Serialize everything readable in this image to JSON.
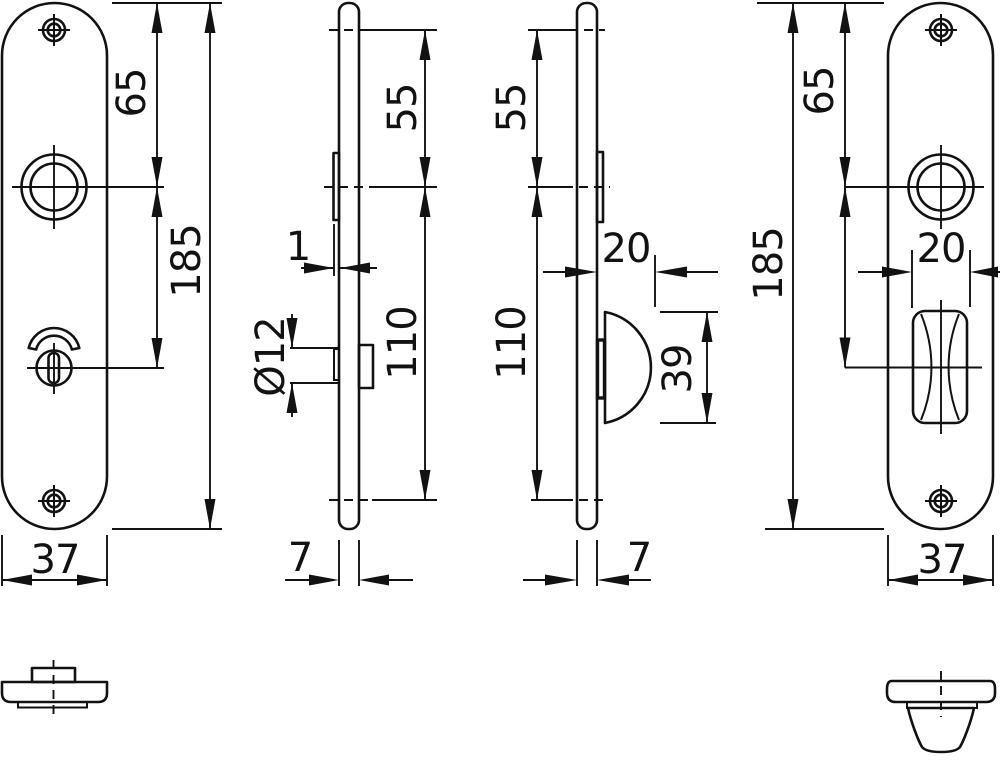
{
  "colors": {
    "line": "#121212",
    "background": "#ffffff"
  },
  "views": {
    "front_plate_left": {
      "dims": {
        "hole_offset": "65",
        "length": "185",
        "width": "37"
      }
    },
    "profile_left": {
      "dims": {
        "screw_offset": "55",
        "collar_lip": "1",
        "spindle_dia": "Ø12",
        "screw_lower_offset": "110",
        "thickness": "7"
      }
    },
    "profile_right": {
      "dims": {
        "screw_offset": "55",
        "knob_depth": "20",
        "screw_lower_offset": "110",
        "knob_height": "39",
        "thickness": "7"
      }
    },
    "front_plate_right": {
      "dims": {
        "hole_offset": "65",
        "length": "185",
        "knob_width": "20",
        "width": "37"
      }
    }
  }
}
